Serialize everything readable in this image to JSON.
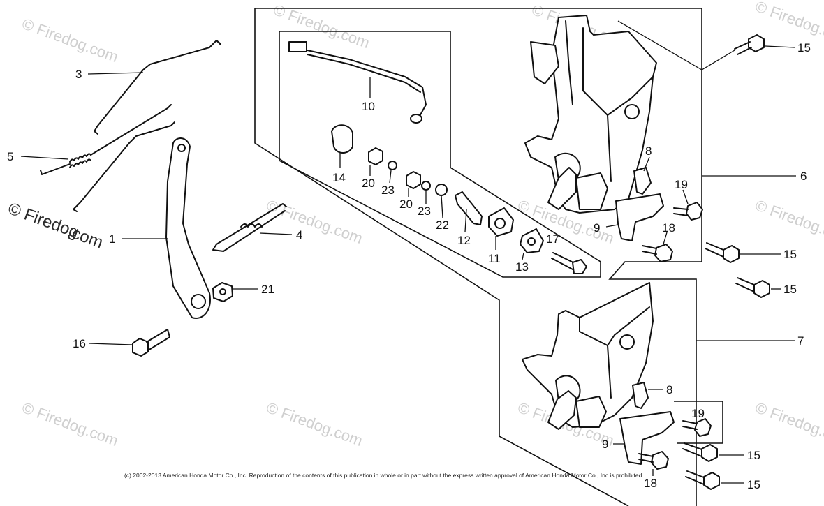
{
  "callouts": {
    "c1": "1",
    "c3": "3",
    "c4": "4",
    "c5": "5",
    "c6": "6",
    "c7": "7",
    "c8a": "8",
    "c8b": "8",
    "c9a": "9",
    "c9b": "9",
    "c10": "10",
    "c11": "11",
    "c12": "12",
    "c13": "13",
    "c14": "14",
    "c15a": "15",
    "c15b": "15",
    "c15c": "15",
    "c15d": "15",
    "c15e": "15",
    "c16": "16",
    "c17": "17",
    "c18a": "18",
    "c18b": "18",
    "c19a": "19",
    "c19b": "19",
    "c20a": "20",
    "c20b": "20",
    "c21": "21",
    "c22": "22",
    "c23a": "23",
    "c23b": "23"
  },
  "watermarks": {
    "brand": "© Firedog.com",
    "brand_large_line1": "© Firedog",
    "brand_large_line2": ".com"
  },
  "copyright": "(c) 2002-2013 American Honda Motor Co., Inc. Reproduction of the contents of this publication in whole or in part without the express written approval of American Honda Motor Co., Inc is prohibited.",
  "colors": {
    "ink": "#111111",
    "watermark": "#cfcfcf",
    "background": "#ffffff"
  }
}
